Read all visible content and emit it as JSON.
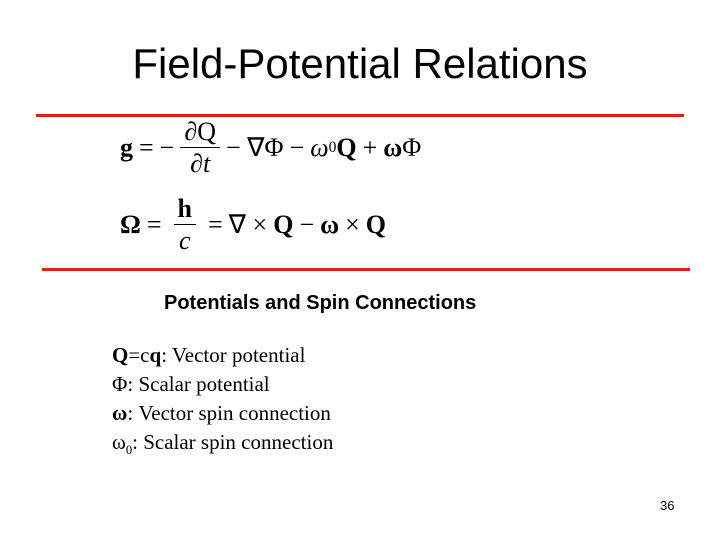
{
  "slide": {
    "title": "Field-Potential Relations",
    "colors": {
      "rule": "#e02020",
      "text": "#000000",
      "background": "#ffffff"
    },
    "equations": {
      "eq1": {
        "lhs": "g",
        "equals": "=",
        "minus1": "−",
        "frac_num": "∂Q",
        "frac_den": "∂t",
        "term2": "− ∇Φ",
        "term3_sign": "−",
        "term3_omega": "ω",
        "term3_sub": "0",
        "term3_q": "Q",
        "term4_sign": "+",
        "term4_omega": "ω",
        "term4_phi": "Φ"
      },
      "eq2": {
        "lhs": "Ω",
        "equals1": "=",
        "frac_num": "h",
        "frac_den": "c",
        "equals2": "=",
        "nabla_cross": "∇ ×",
        "q1": "Q",
        "minus": "−",
        "omega": "ω",
        "cross": "×",
        "q2": "Q"
      }
    },
    "subtitle": "Potentials and Spin Connections",
    "definitions": [
      {
        "sym_bold": "Q",
        "sym_rest": "=c",
        "sym_bold2": "q",
        "sub": "",
        "text": ": Vector potential"
      },
      {
        "sym_bold": "",
        "sym_rest": "Φ",
        "sym_bold2": "",
        "sub": "",
        "text": ": Scalar potential"
      },
      {
        "sym_bold": "ω",
        "sym_rest": "",
        "sym_bold2": "",
        "sub": "",
        "text": ": Vector spin connection"
      },
      {
        "sym_bold": "",
        "sym_rest": "ω",
        "sym_bold2": "",
        "sub": "0",
        "text": ": Scalar spin connection"
      }
    ],
    "page_number": "36"
  }
}
